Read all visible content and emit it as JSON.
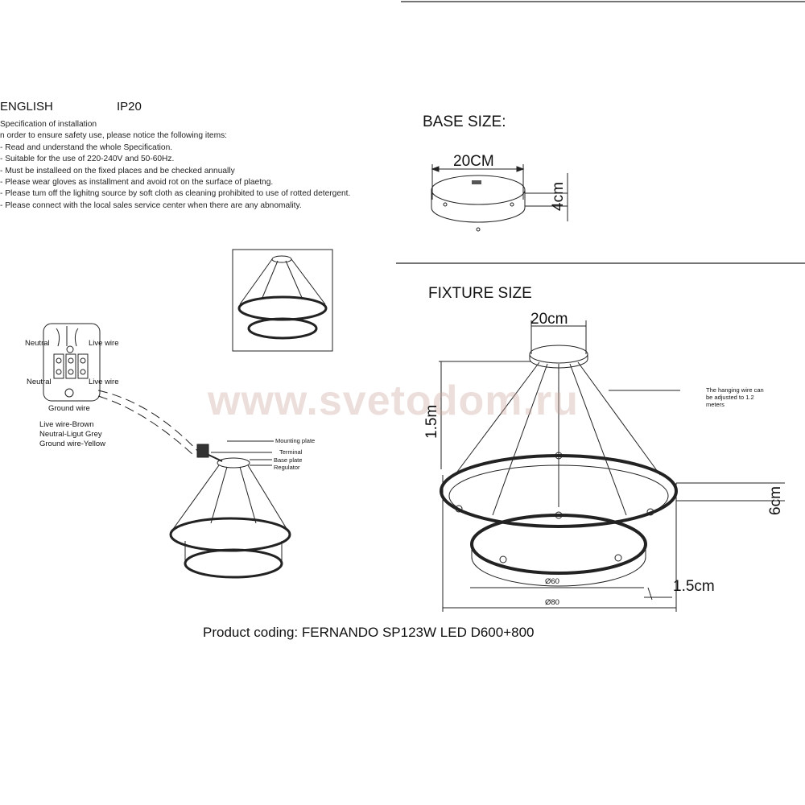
{
  "header": {
    "language": "ENGLISH",
    "ip_rating": "IP20"
  },
  "spec": {
    "title": "Specification of installation",
    "intro": "n order to ensure safety use, please notice the following items:",
    "items": [
      "- Read and understand the whole Specification.",
      "- Suitable for the use of 220-240V and 50-60Hz.",
      "- Must be installeed on the fixed places and be checked annually",
      "- Please wear gloves as installment and avoid rot on the surface of plaetng.",
      "- Please tum off the lighitng source by soft cloth as cleaning prohibited to use of rotted detergent.",
      "- Please connect with the local sales service center when there are any abnomality."
    ]
  },
  "wiring": {
    "neutral_top": "Neutral",
    "live_top": "Live wire",
    "neutral_bottom": "Neutral",
    "live_bottom": "Live wire",
    "ground": "Ground wire",
    "colors": [
      "Live wire-Brown",
      "Neutral-Ligut Grey",
      "Ground wire-Yellow"
    ]
  },
  "parts": {
    "mounting_plate": "Mounting plate",
    "terminal": "Terminal",
    "base_plate": "Base plate",
    "regulator": "Regulator"
  },
  "base_size": {
    "title": "BASE SIZE:",
    "width": "20CM",
    "height": "4cm"
  },
  "fixture_size": {
    "title": "FIXTURE SIZE",
    "canopy": "20cm",
    "drop": "1.5m",
    "ring_height": "6cm",
    "ring_gap": "1.5cm",
    "inner_diameter": "Ø60",
    "outer_diameter": "Ø80",
    "note": [
      "The hanging wire can",
      "be adjusted to 1.2",
      "meters"
    ]
  },
  "product_coding": "Product coding: FERNANDO SP123W LED D600+800",
  "watermark": "www.svetodom.ru"
}
